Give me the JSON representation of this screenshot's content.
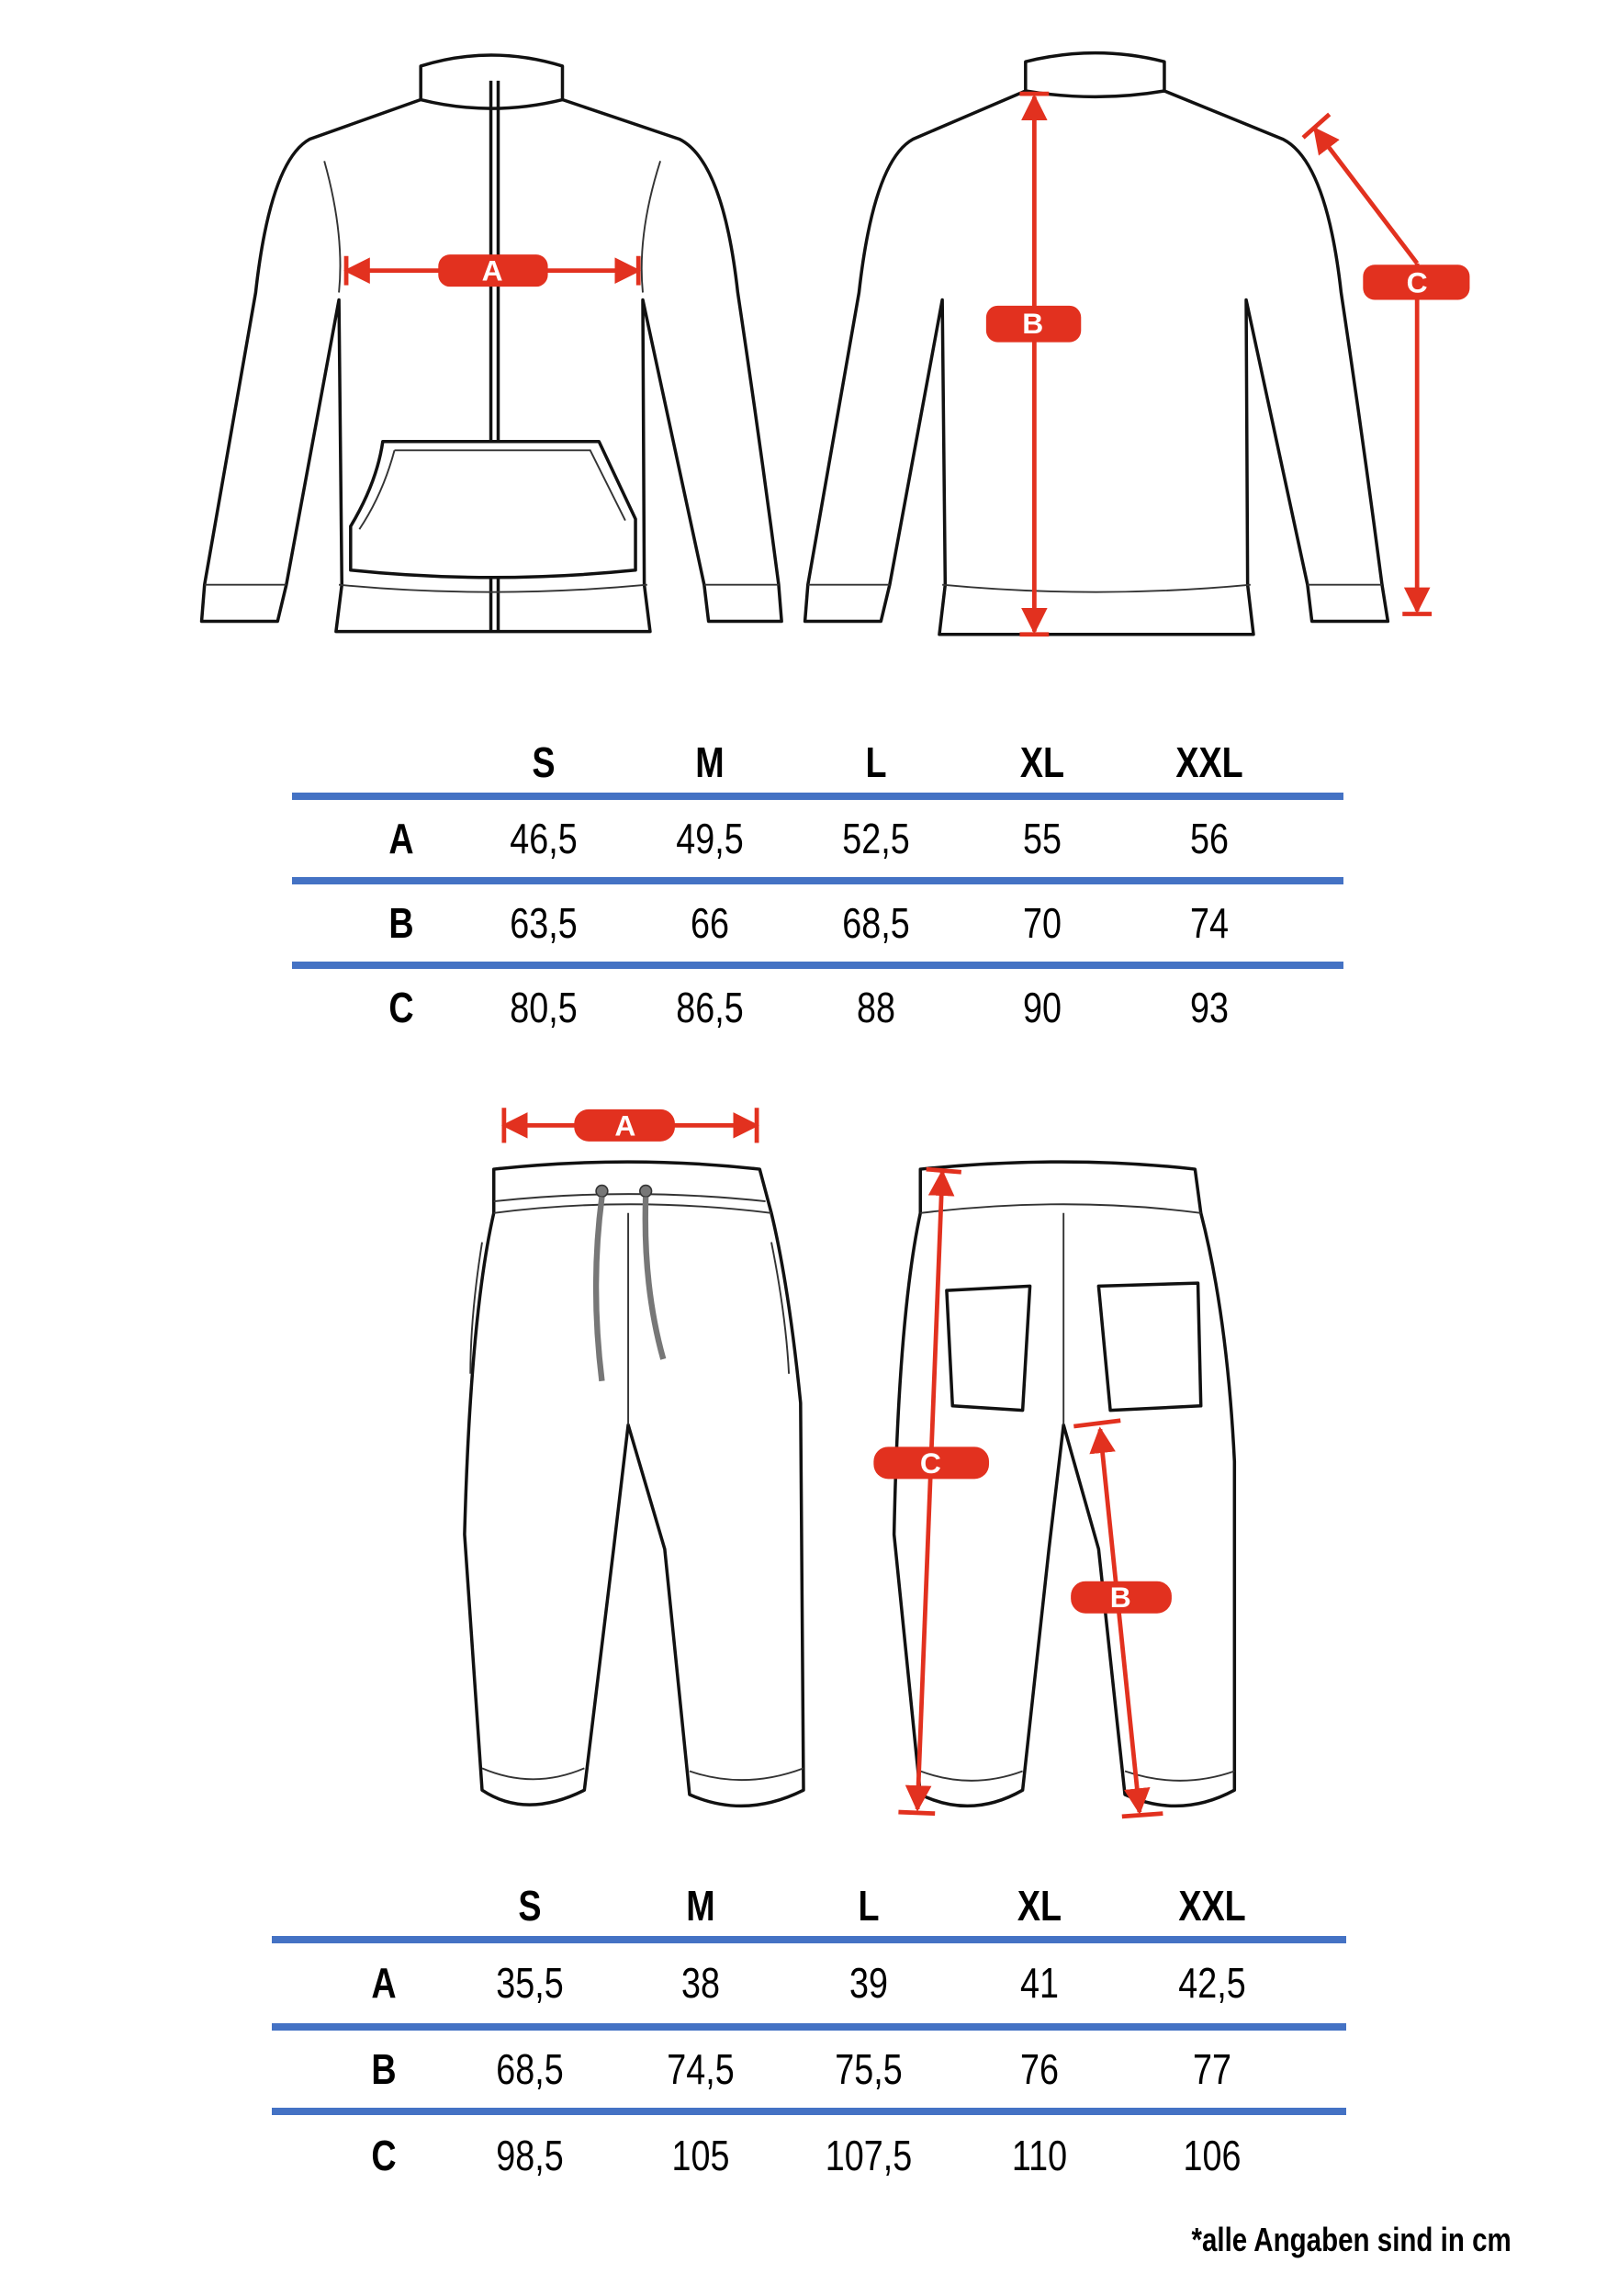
{
  "colors": {
    "measure": "#e2311f",
    "divider": "#4472c4"
  },
  "jacket": {
    "labels": {
      "a": "A",
      "b": "B",
      "c": "C"
    },
    "table": {
      "sizes": [
        "S",
        "M",
        "L",
        "XL",
        "XXL"
      ],
      "rows": [
        {
          "label": "A",
          "values": [
            "46,5",
            "49,5",
            "52,5",
            "55",
            "56"
          ]
        },
        {
          "label": "B",
          "values": [
            "63,5",
            "66",
            "68,5",
            "70",
            "74"
          ]
        },
        {
          "label": "C",
          "values": [
            "80,5",
            "86,5",
            "88",
            "90",
            "93"
          ]
        }
      ]
    }
  },
  "pants": {
    "labels": {
      "a": "A",
      "b": "B",
      "c": "C"
    },
    "table": {
      "sizes": [
        "S",
        "M",
        "L",
        "XL",
        "XXL"
      ],
      "rows": [
        {
          "label": "A",
          "values": [
            "35,5",
            "38",
            "39",
            "41",
            "42,5"
          ]
        },
        {
          "label": "B",
          "values": [
            "68,5",
            "74,5",
            "75,5",
            "76",
            "77"
          ]
        },
        {
          "label": "C",
          "values": [
            "98,5",
            "105",
            "107,5",
            "110",
            "106"
          ]
        }
      ]
    }
  },
  "footnote": "*alle Angaben sind in cm"
}
